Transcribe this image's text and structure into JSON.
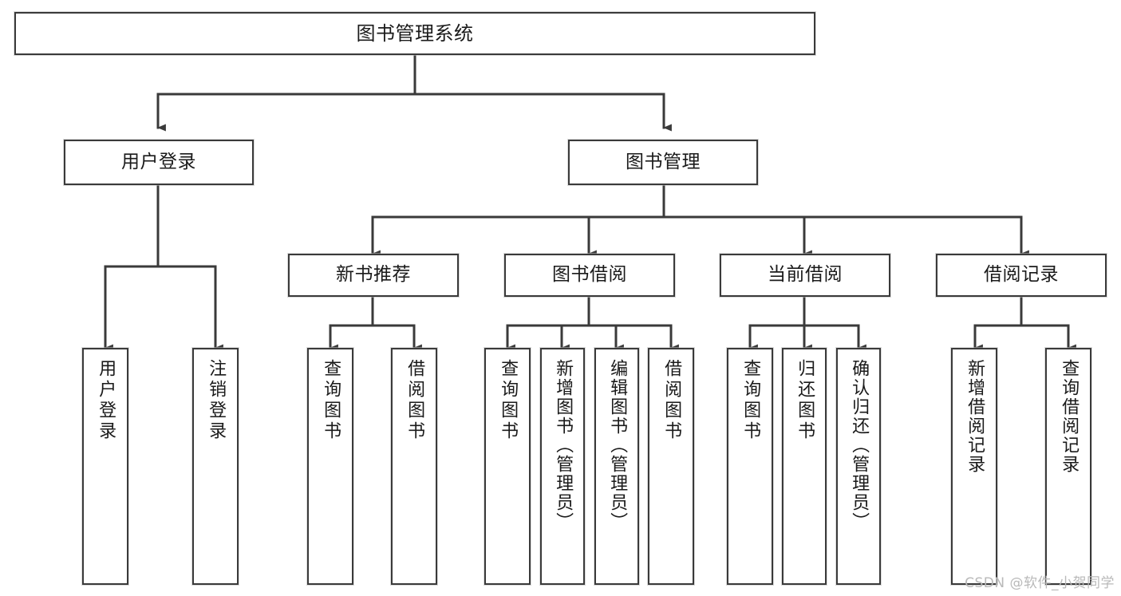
{
  "diagram": {
    "title": "图书管理系统",
    "type": "tree",
    "watermark": "CSDN @软件_小贺同学",
    "stroke_color": "#3a3a3a",
    "fill_color": "#ffffff",
    "text_color": "#1a1a1a"
  },
  "nodes": {
    "root": {
      "label": "图书管理系统"
    },
    "level2": [
      {
        "label": "用户登录"
      },
      {
        "label": "图书管理"
      }
    ],
    "level3": [
      {
        "label": "新书推荐"
      },
      {
        "label": "图书借阅"
      },
      {
        "label": "当前借阅"
      },
      {
        "label": "借阅记录"
      }
    ],
    "leaves": {
      "user_login": [
        {
          "label": "用户登录"
        },
        {
          "label": "注销登录"
        }
      ],
      "new_book_recommend": [
        {
          "label": "查询图书"
        },
        {
          "label": "借阅图书"
        }
      ],
      "book_borrow": [
        {
          "label": "查询图书"
        },
        {
          "label": "新增图书（管理员）"
        },
        {
          "label": "编辑图书（管理员）"
        },
        {
          "label": "借阅图书"
        }
      ],
      "current_borrow": [
        {
          "label": "查询图书"
        },
        {
          "label": "归还图书"
        },
        {
          "label": "确认归还（管理员）"
        }
      ],
      "borrow_record": [
        {
          "label": "新增借阅记录"
        },
        {
          "label": "查询借阅记录"
        }
      ]
    }
  },
  "chart_data": {
    "type": "table",
    "title": "图书管理系统",
    "hierarchy": [
      {
        "label": "图书管理系统",
        "children": [
          {
            "label": "用户登录",
            "children": [
              {
                "label": "用户登录"
              },
              {
                "label": "注销登录"
              }
            ]
          },
          {
            "label": "图书管理",
            "children": [
              {
                "label": "新书推荐",
                "children": [
                  {
                    "label": "查询图书"
                  },
                  {
                    "label": "借阅图书"
                  }
                ]
              },
              {
                "label": "图书借阅",
                "children": [
                  {
                    "label": "查询图书"
                  },
                  {
                    "label": "新增图书（管理员）"
                  },
                  {
                    "label": "编辑图书（管理员）"
                  },
                  {
                    "label": "借阅图书"
                  }
                ]
              },
              {
                "label": "当前借阅",
                "children": [
                  {
                    "label": "查询图书"
                  },
                  {
                    "label": "归还图书"
                  },
                  {
                    "label": "确认归还（管理员）"
                  }
                ]
              },
              {
                "label": "借阅记录",
                "children": [
                  {
                    "label": "新增借阅记录"
                  },
                  {
                    "label": "查询借阅记录"
                  }
                ]
              }
            ]
          }
        ]
      }
    ]
  }
}
